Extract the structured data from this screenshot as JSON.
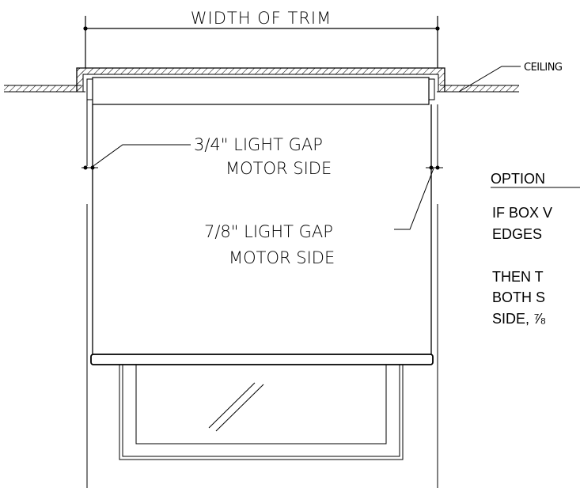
{
  "labels": {
    "width_of_trim": "WIDTH  OF  TRIM",
    "ceiling": "CEILING",
    "gap_left_line1": "3/4\"  LIGHT  GAP",
    "gap_left_line2": "MOTOR  SIDE",
    "gap_right_line1": "7/8\"  LIGHT  GAP",
    "gap_right_line2": "MOTOR  SIDE"
  },
  "notes": {
    "heading": "OPTION",
    "line1": "IF BOX V",
    "line2": "EDGES",
    "line3": "THEN T",
    "line4": "BOTH S",
    "line5": "SIDE, ⅞"
  }
}
